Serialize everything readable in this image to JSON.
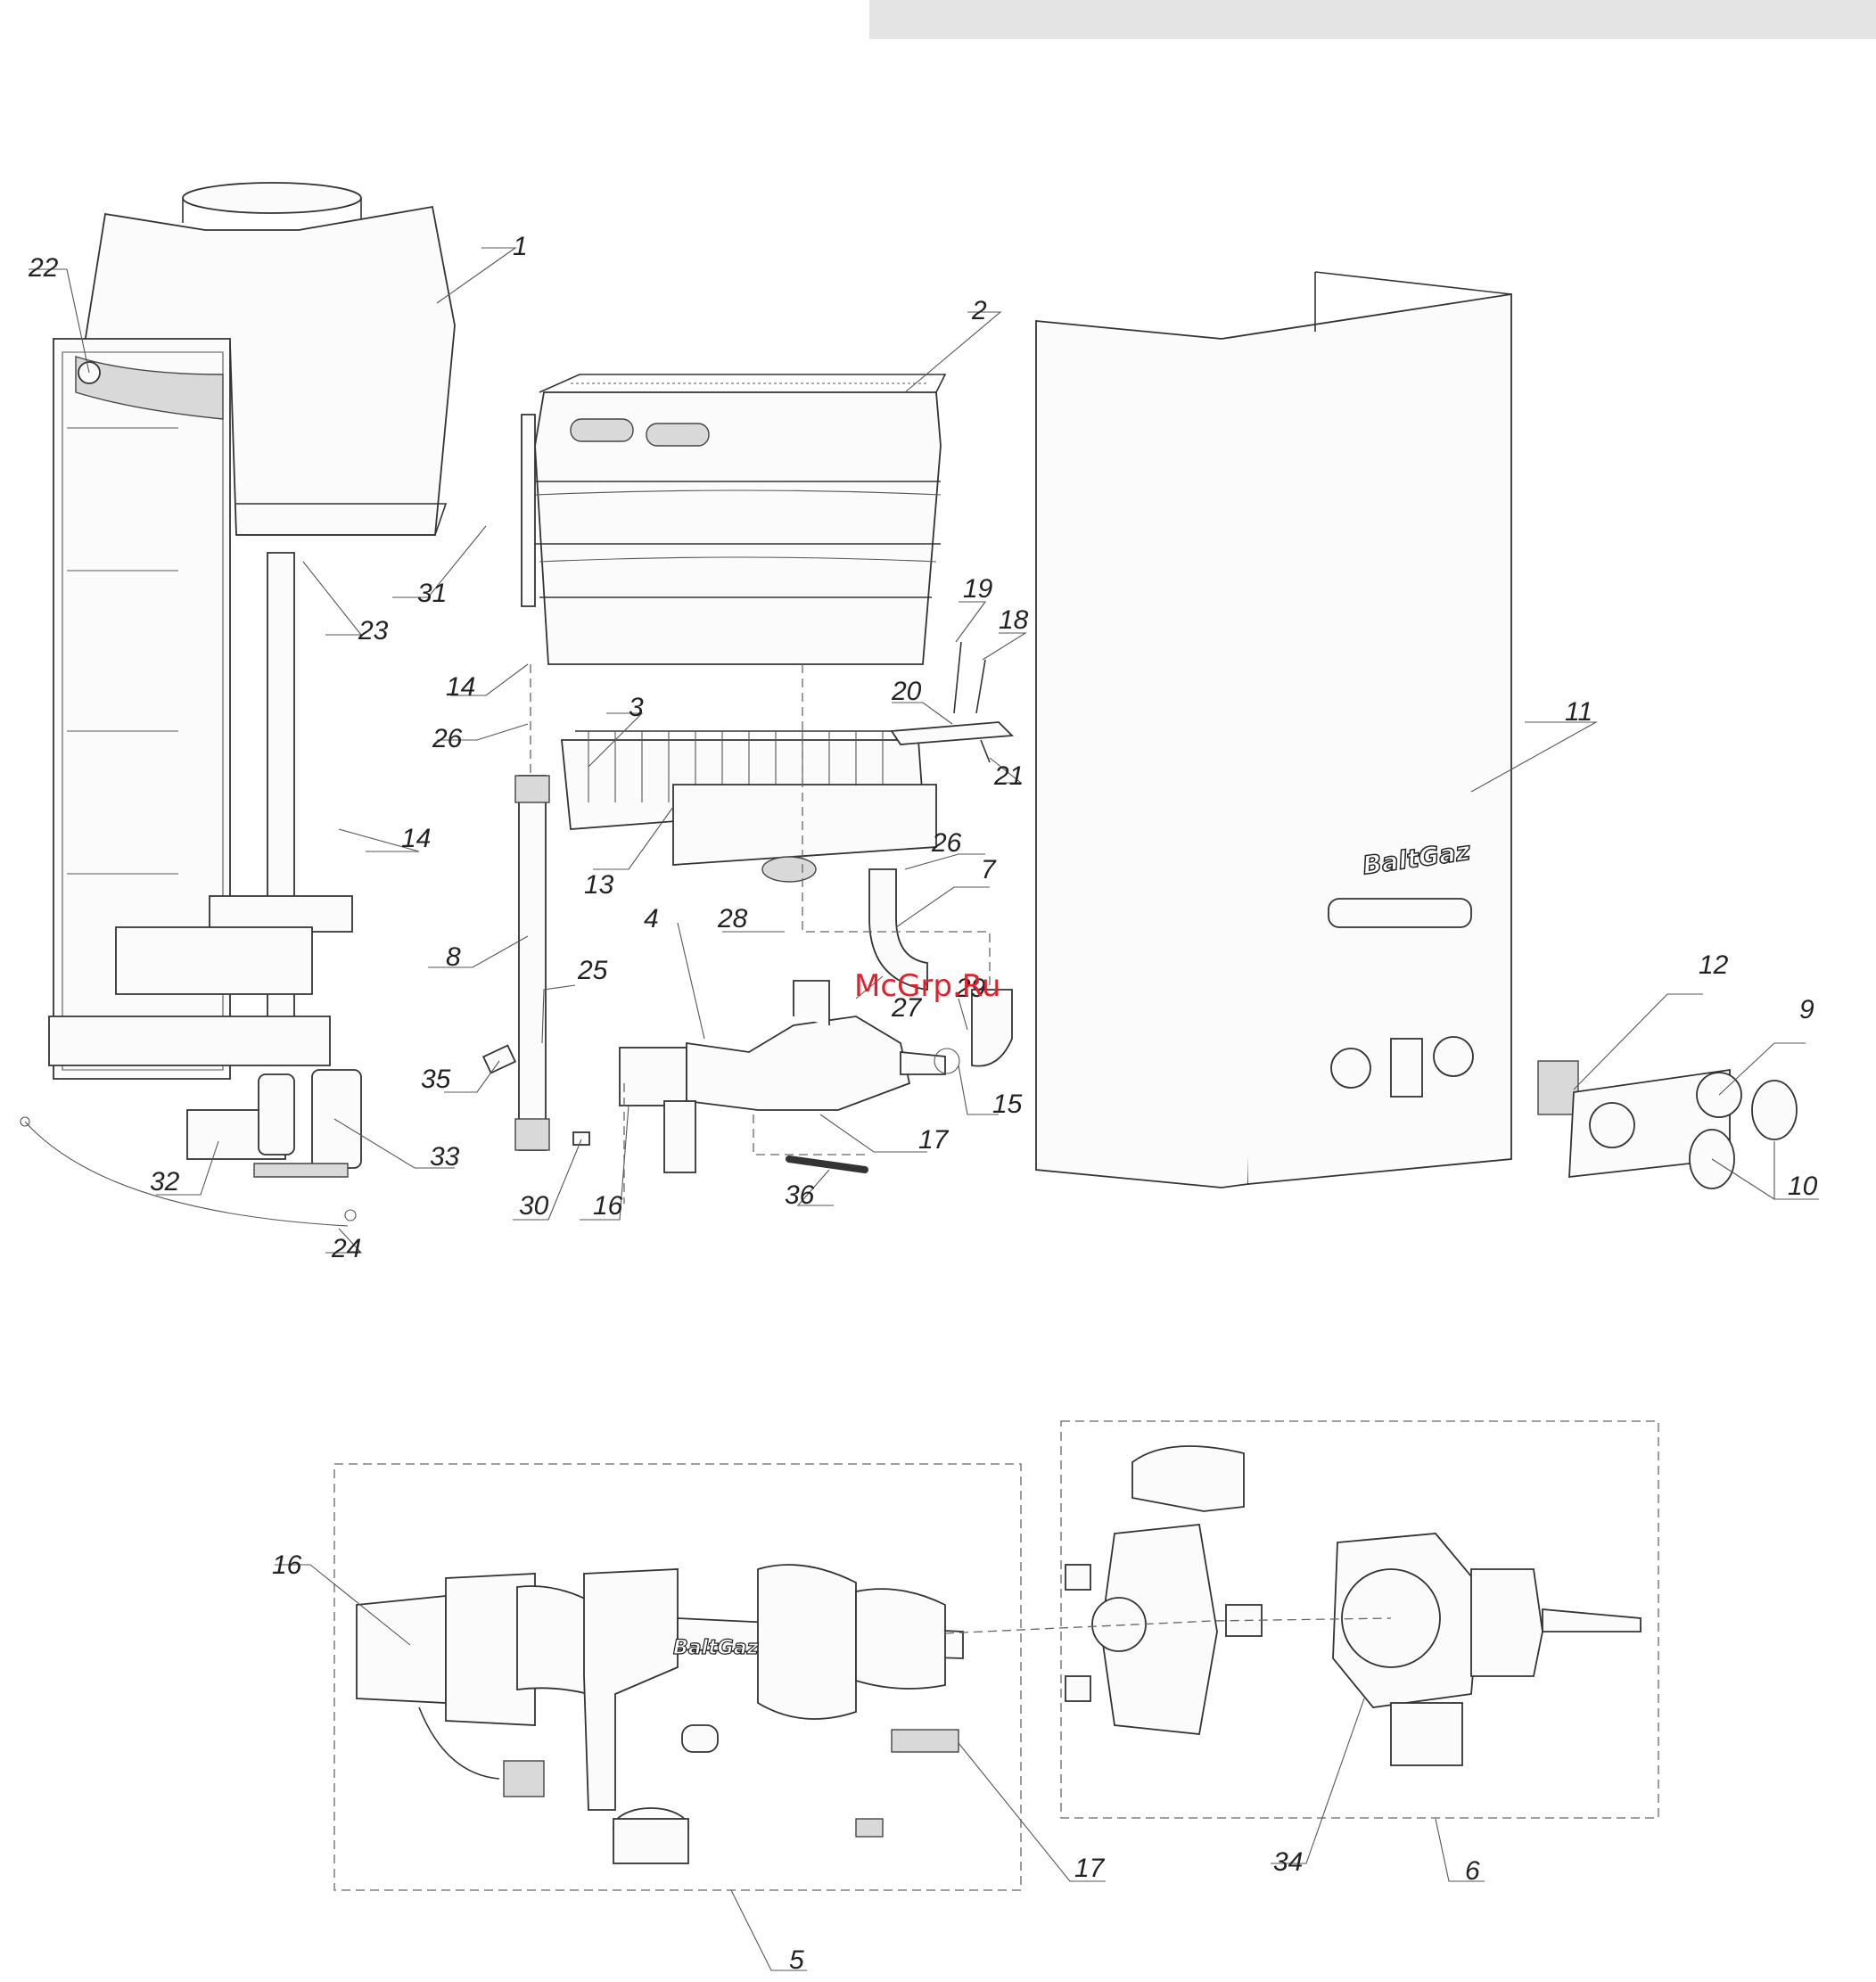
{
  "header": {
    "bar_color": "#e4e4e4"
  },
  "watermark": {
    "text": "McGrp.Ru",
    "color": "#e0202a"
  },
  "brand_logos": {
    "cover": "BaltGaz",
    "valve": "BaltGaz"
  },
  "callouts_top": [
    "22",
    "1",
    "2",
    "31",
    "23",
    "19",
    "18",
    "14",
    "20",
    "11",
    "26",
    "3",
    "21",
    "14",
    "26",
    "7",
    "13",
    "28",
    "8",
    "4",
    "25",
    "29",
    "12",
    "27",
    "9",
    "35",
    "15",
    "17",
    "10",
    "33",
    "32",
    "36",
    "30",
    "16",
    "24"
  ],
  "callouts_bottom": [
    "16",
    "17",
    "34",
    "6",
    "5"
  ],
  "icons": {
    "diagram": "exploded-parts-diagram"
  }
}
